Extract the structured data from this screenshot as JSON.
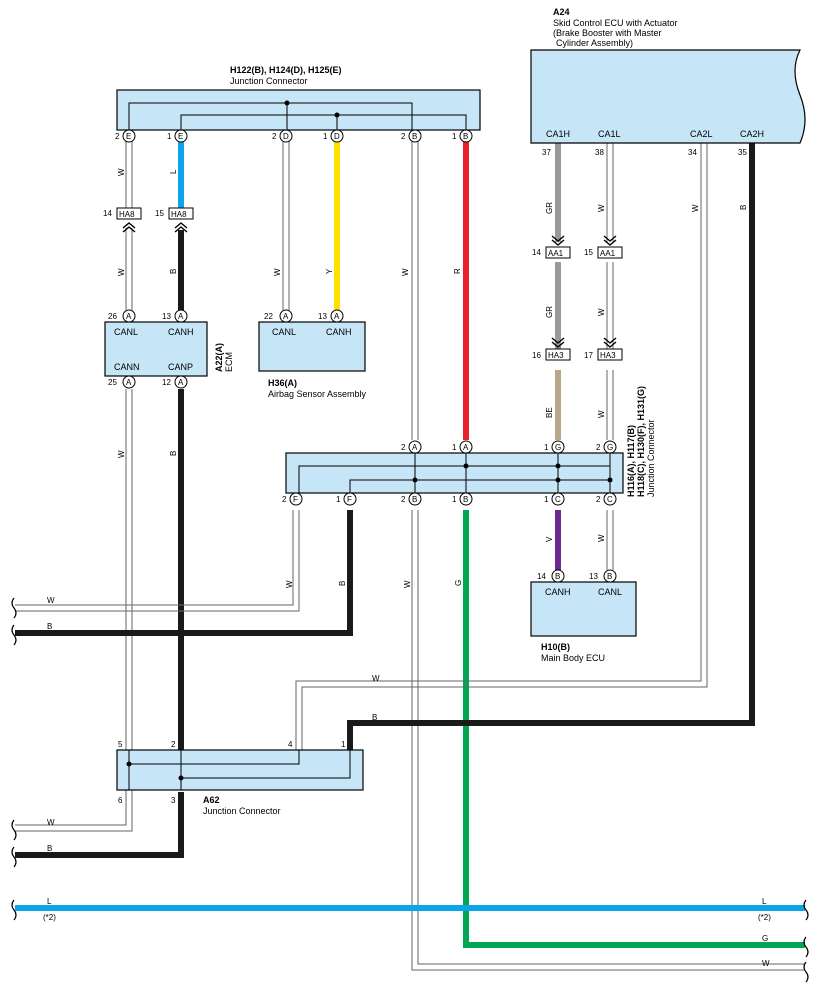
{
  "components": {
    "h122": {
      "title": "H122(B), H124(D), H125(E)",
      "subtitle": "Junction Connector",
      "pins": [
        "2",
        "1",
        "2",
        "1",
        "2",
        "1"
      ],
      "letters": [
        "E",
        "E",
        "D",
        "D",
        "B",
        "B"
      ]
    },
    "a24": {
      "title": "A24",
      "line1": "Skid Control ECU with Actuator",
      "line2": "(Brake Booster with Master",
      "line3": "Cylinder Assembly)",
      "terms": [
        "CA1H",
        "CA1L",
        "CA2L",
        "CA2H"
      ],
      "pins": [
        "37",
        "38",
        "34",
        "35"
      ]
    },
    "ecm": {
      "title": "A22(A)",
      "subtitle": "ECM",
      "terms": [
        "CANL",
        "CANH",
        "CANN",
        "CANP"
      ],
      "pins": [
        "26",
        "13",
        "25",
        "12"
      ],
      "letter": "A"
    },
    "airbag": {
      "title": "H36(A)",
      "subtitle": "Airbag Sensor Assembly",
      "terms": [
        "CANL",
        "CANH"
      ],
      "pins": [
        "22",
        "13"
      ],
      "letter": "A"
    },
    "h116": {
      "title1": "H116(A), H117(B)",
      "title2": "H118(C), H130(F), H131(G)",
      "subtitle": "Junction Connector",
      "top_pins": [
        "2",
        "1",
        "1",
        "2"
      ],
      "top_letters": [
        "A",
        "A",
        "G",
        "G"
      ],
      "bot_pins": [
        "2",
        "1",
        "2",
        "1",
        "1",
        "2"
      ],
      "bot_letters": [
        "F",
        "F",
        "B",
        "B",
        "C",
        "C"
      ]
    },
    "body": {
      "title": "H10(B)",
      "subtitle": "Main Body ECU",
      "terms": [
        "CANH",
        "CANL"
      ],
      "pins": [
        "14",
        "13"
      ],
      "letter": "B"
    },
    "a62": {
      "title": "A62",
      "subtitle": "Junction Connector",
      "top_pins": [
        "5",
        "2",
        "4",
        "1"
      ],
      "bot_pins": [
        "6",
        "3"
      ]
    }
  },
  "inline_connectors": {
    "ha8": {
      "name": "HA8",
      "pins": [
        "14",
        "15"
      ]
    },
    "aa1": {
      "name": "AA1",
      "pins": [
        "14",
        "15"
      ]
    },
    "ha3": {
      "name": "HA3",
      "pins": [
        "16",
        "17"
      ]
    }
  },
  "wire_labels": {
    "w": "W",
    "l": "L",
    "b": "B",
    "y": "Y",
    "r": "R",
    "gr": "GR",
    "be": "BE",
    "v": "V",
    "g": "G",
    "note": "(*2)"
  },
  "colors": {
    "box_fill": "#c6e6f7",
    "blue": "#0aa4e8",
    "yellow": "#ffe100",
    "red": "#e8202a",
    "gray": "#9a9a9a",
    "tan": "#b8a58a",
    "purple": "#6a2a92",
    "green": "#00a651",
    "black": "#1a1a1a"
  }
}
